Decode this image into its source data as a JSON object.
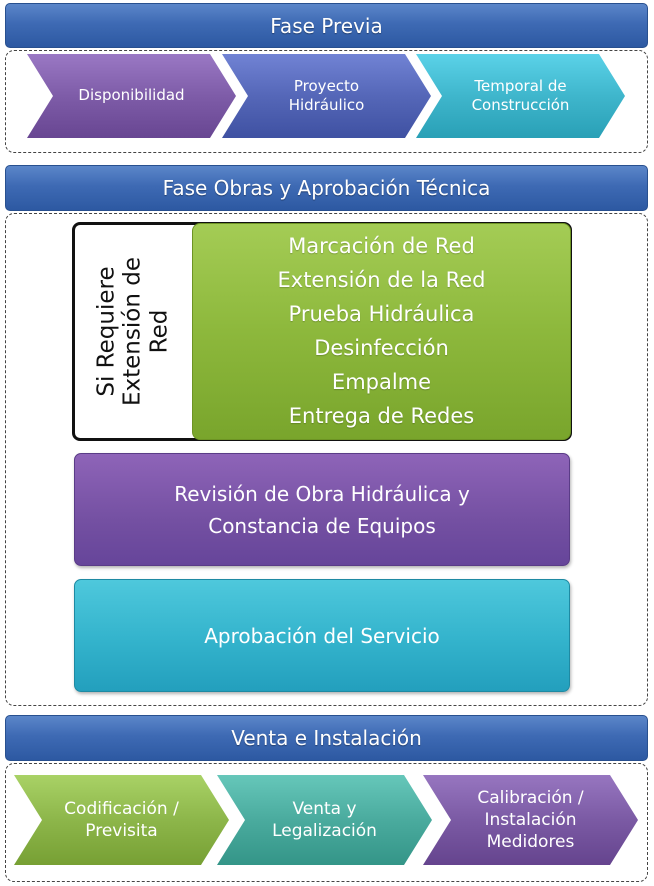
{
  "phase1": {
    "title": "Fase Previa",
    "steps": [
      {
        "label": "Disponibilidad",
        "color": "#7e5ca8"
      },
      {
        "label": "Proyecto\nHidráulico",
        "color": "#5567b8"
      },
      {
        "label": "Temporal de\nConstrucción",
        "color": "#3fb6cc"
      }
    ]
  },
  "phase2": {
    "title": "Fase Obras y Aprobación Técnica",
    "condition_label": "Si Requiere\nExtensión de\nRed",
    "network_steps": [
      "Marcación de Red",
      "Extensión de la Red",
      "Prueba Hidráulica",
      "Desinfección",
      "Empalme",
      "Entrega de Redes"
    ],
    "review_box": "Revisión de Obra Hidráulica y\nConstancia de Equipos",
    "approval_box": "Aprobación del Servicio"
  },
  "phase3": {
    "title": "Venta e Instalación",
    "steps": [
      {
        "label": "Codificación /\nPrevisita",
        "color": "#8db64a"
      },
      {
        "label": "Venta y\nLegalización",
        "color": "#4aab9e"
      },
      {
        "label": "Calibración /\nInstalación\nMedidores",
        "color": "#7b5aa4"
      }
    ]
  }
}
